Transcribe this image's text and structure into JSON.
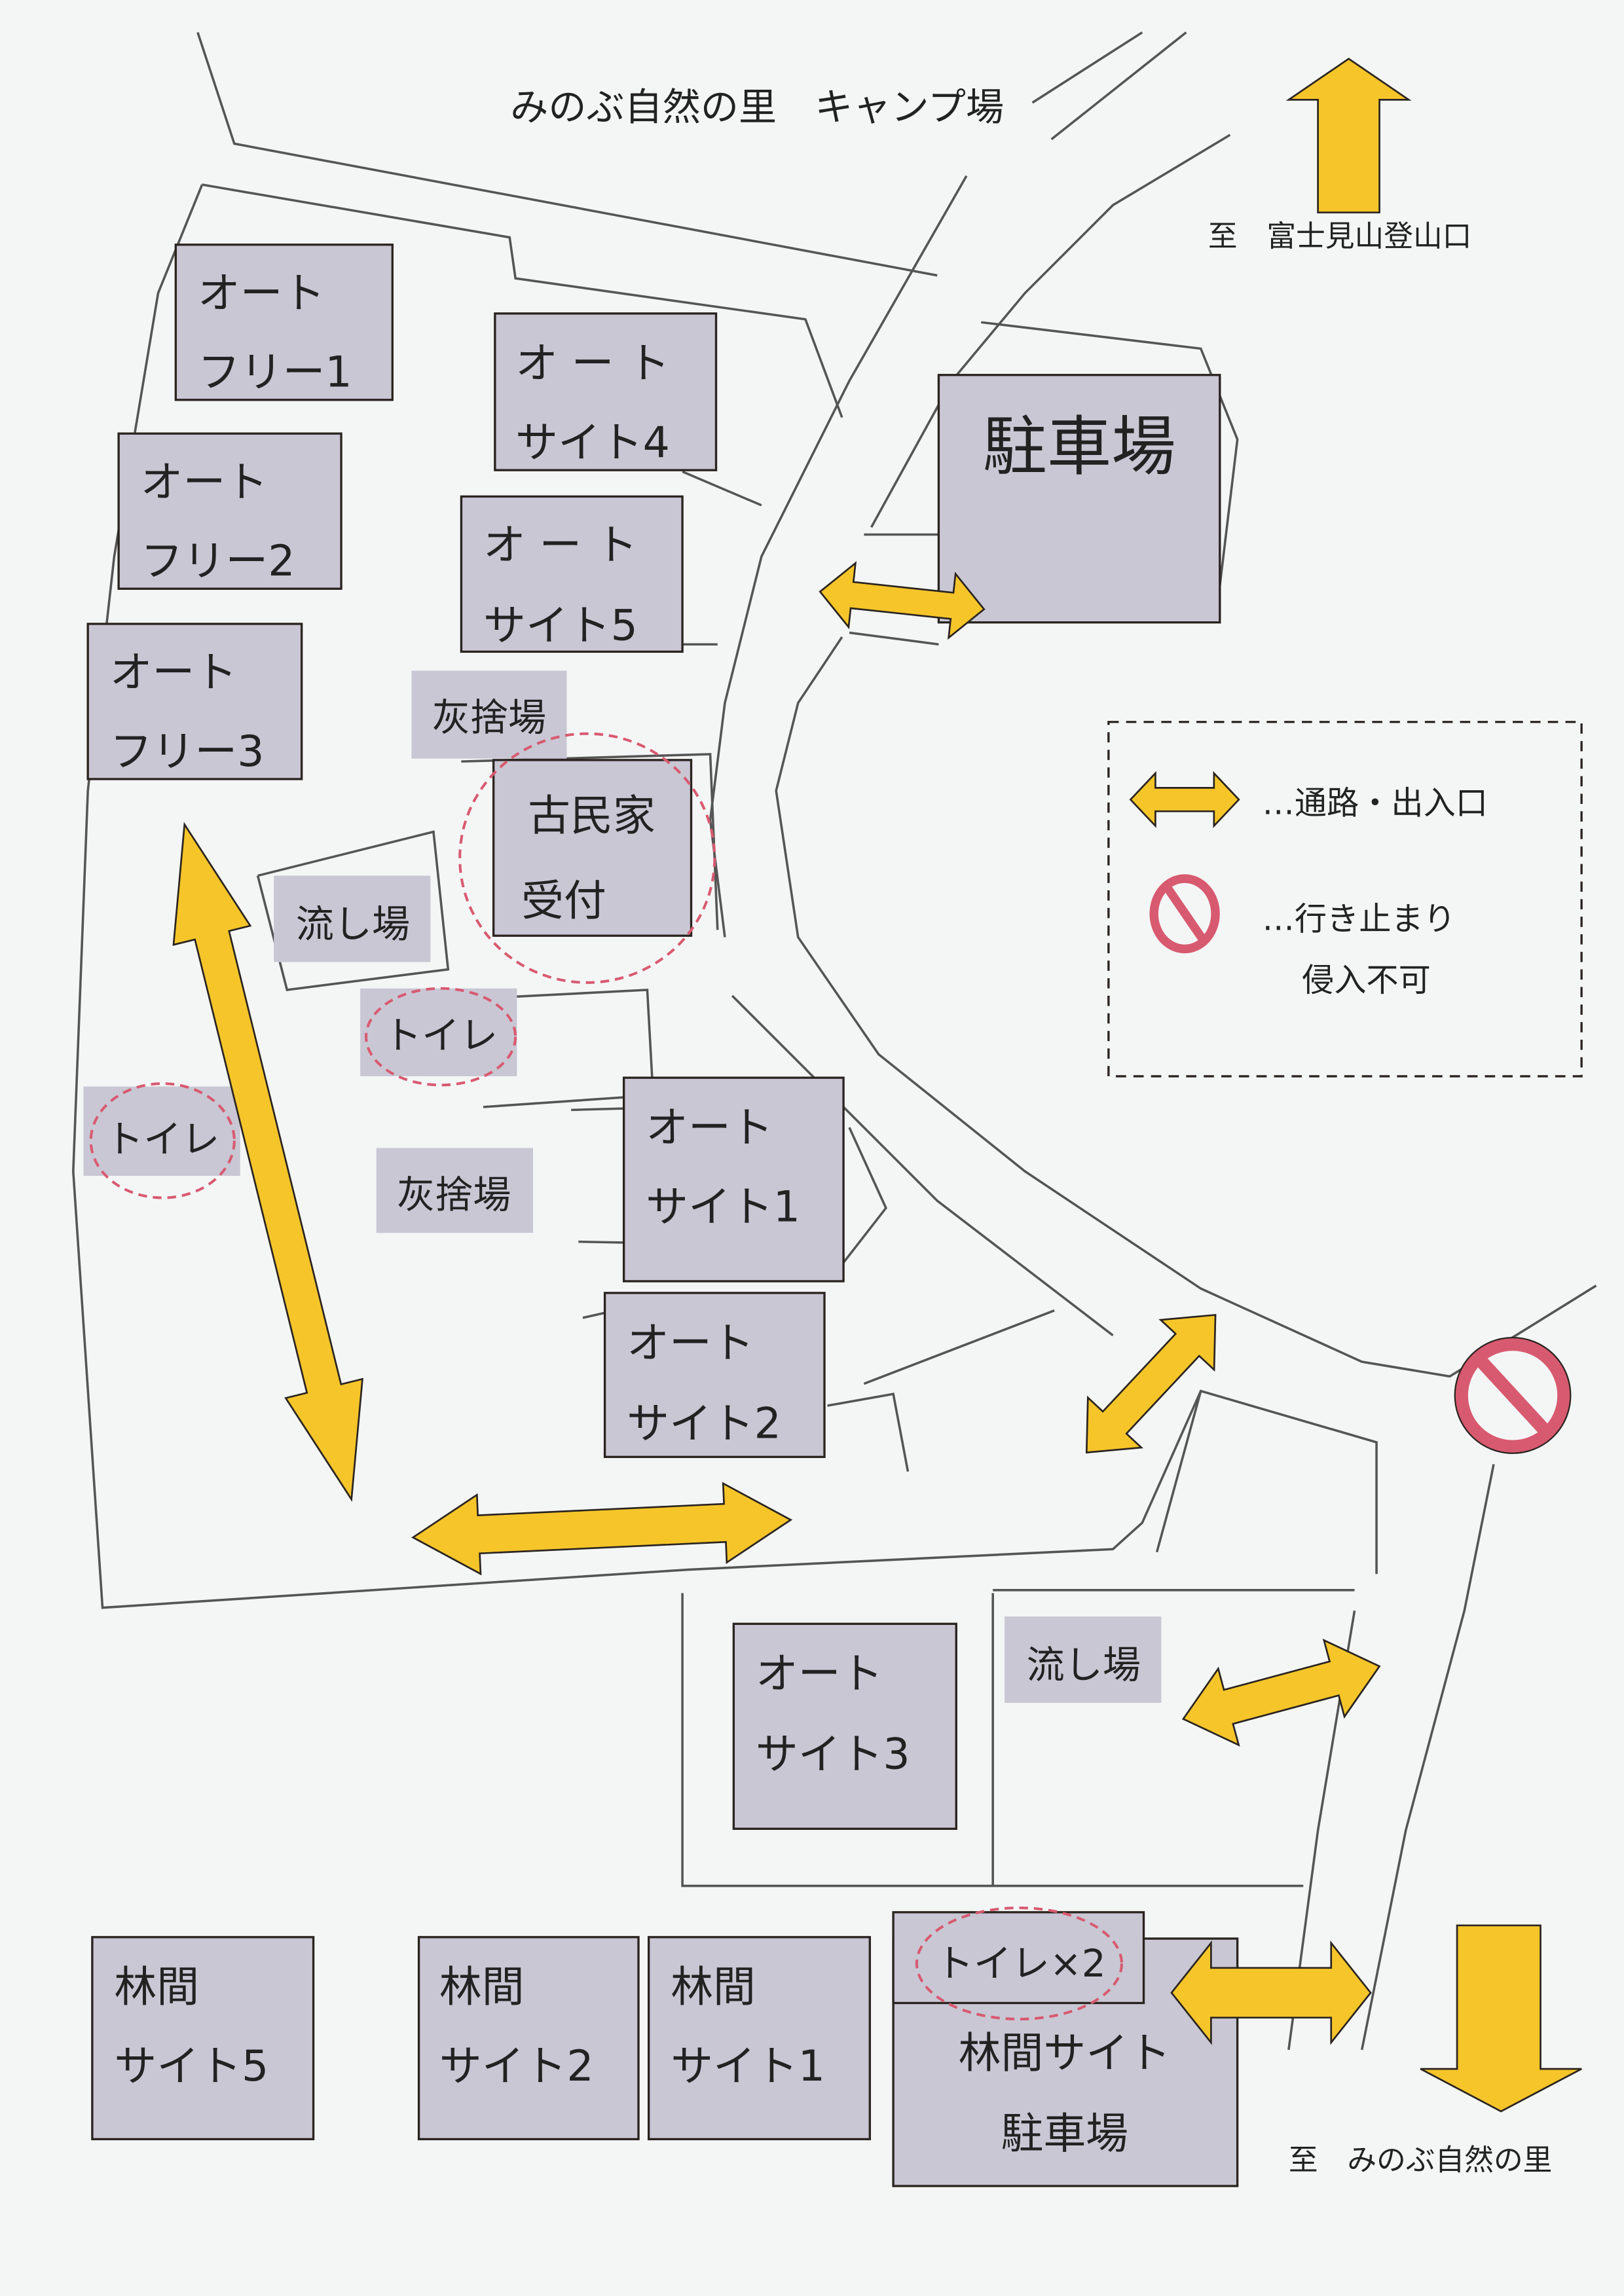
{
  "title": "みのぶ自然の里　キャンプ場",
  "directions": {
    "north": "至　富士見山登山口",
    "south": "至　みのぶ自然の里"
  },
  "areas": {
    "auto_free_1": [
      "オート",
      "フリー1"
    ],
    "auto_free_2": [
      "オート",
      "フリー2"
    ],
    "auto_free_3": [
      "オート",
      "フリー3"
    ],
    "auto_site_4": [
      "オ ー ト",
      "サイト4"
    ],
    "auto_site_5": [
      "オ ー ト",
      "サイト5"
    ],
    "auto_site_1": [
      "オート",
      "サイト1"
    ],
    "auto_site_2": [
      "オート",
      "サイト2"
    ],
    "auto_site_3": [
      "オート",
      "サイト3"
    ],
    "parking": "駐車場",
    "ash_1": "灰捨場",
    "ash_2": "灰捨場",
    "reception": [
      "古民家",
      "受付"
    ],
    "sink_1": "流し場",
    "sink_2": "流し場",
    "toilet_1": "トイレ",
    "toilet_2": "トイレ",
    "toilet_3": "トイレ×2",
    "rinkan_5": [
      "林間",
      "サイト5"
    ],
    "rinkan_2": [
      "林間",
      "サイト2"
    ],
    "rinkan_1": [
      "林間",
      "サイト1"
    ],
    "rinkan_parking": [
      "林間サイト",
      "駐車場"
    ]
  },
  "legend": {
    "passage": "…通路・出入口",
    "dead_end_1": "…行き止まり",
    "dead_end_2": "侵入不可"
  },
  "icons": {
    "passage": "double-arrow-icon",
    "dead_end": "no-entry-icon"
  },
  "colors": {
    "arrow": "#f5c52a",
    "no_entry": "#d85a70",
    "area": "#c9c7d4"
  }
}
